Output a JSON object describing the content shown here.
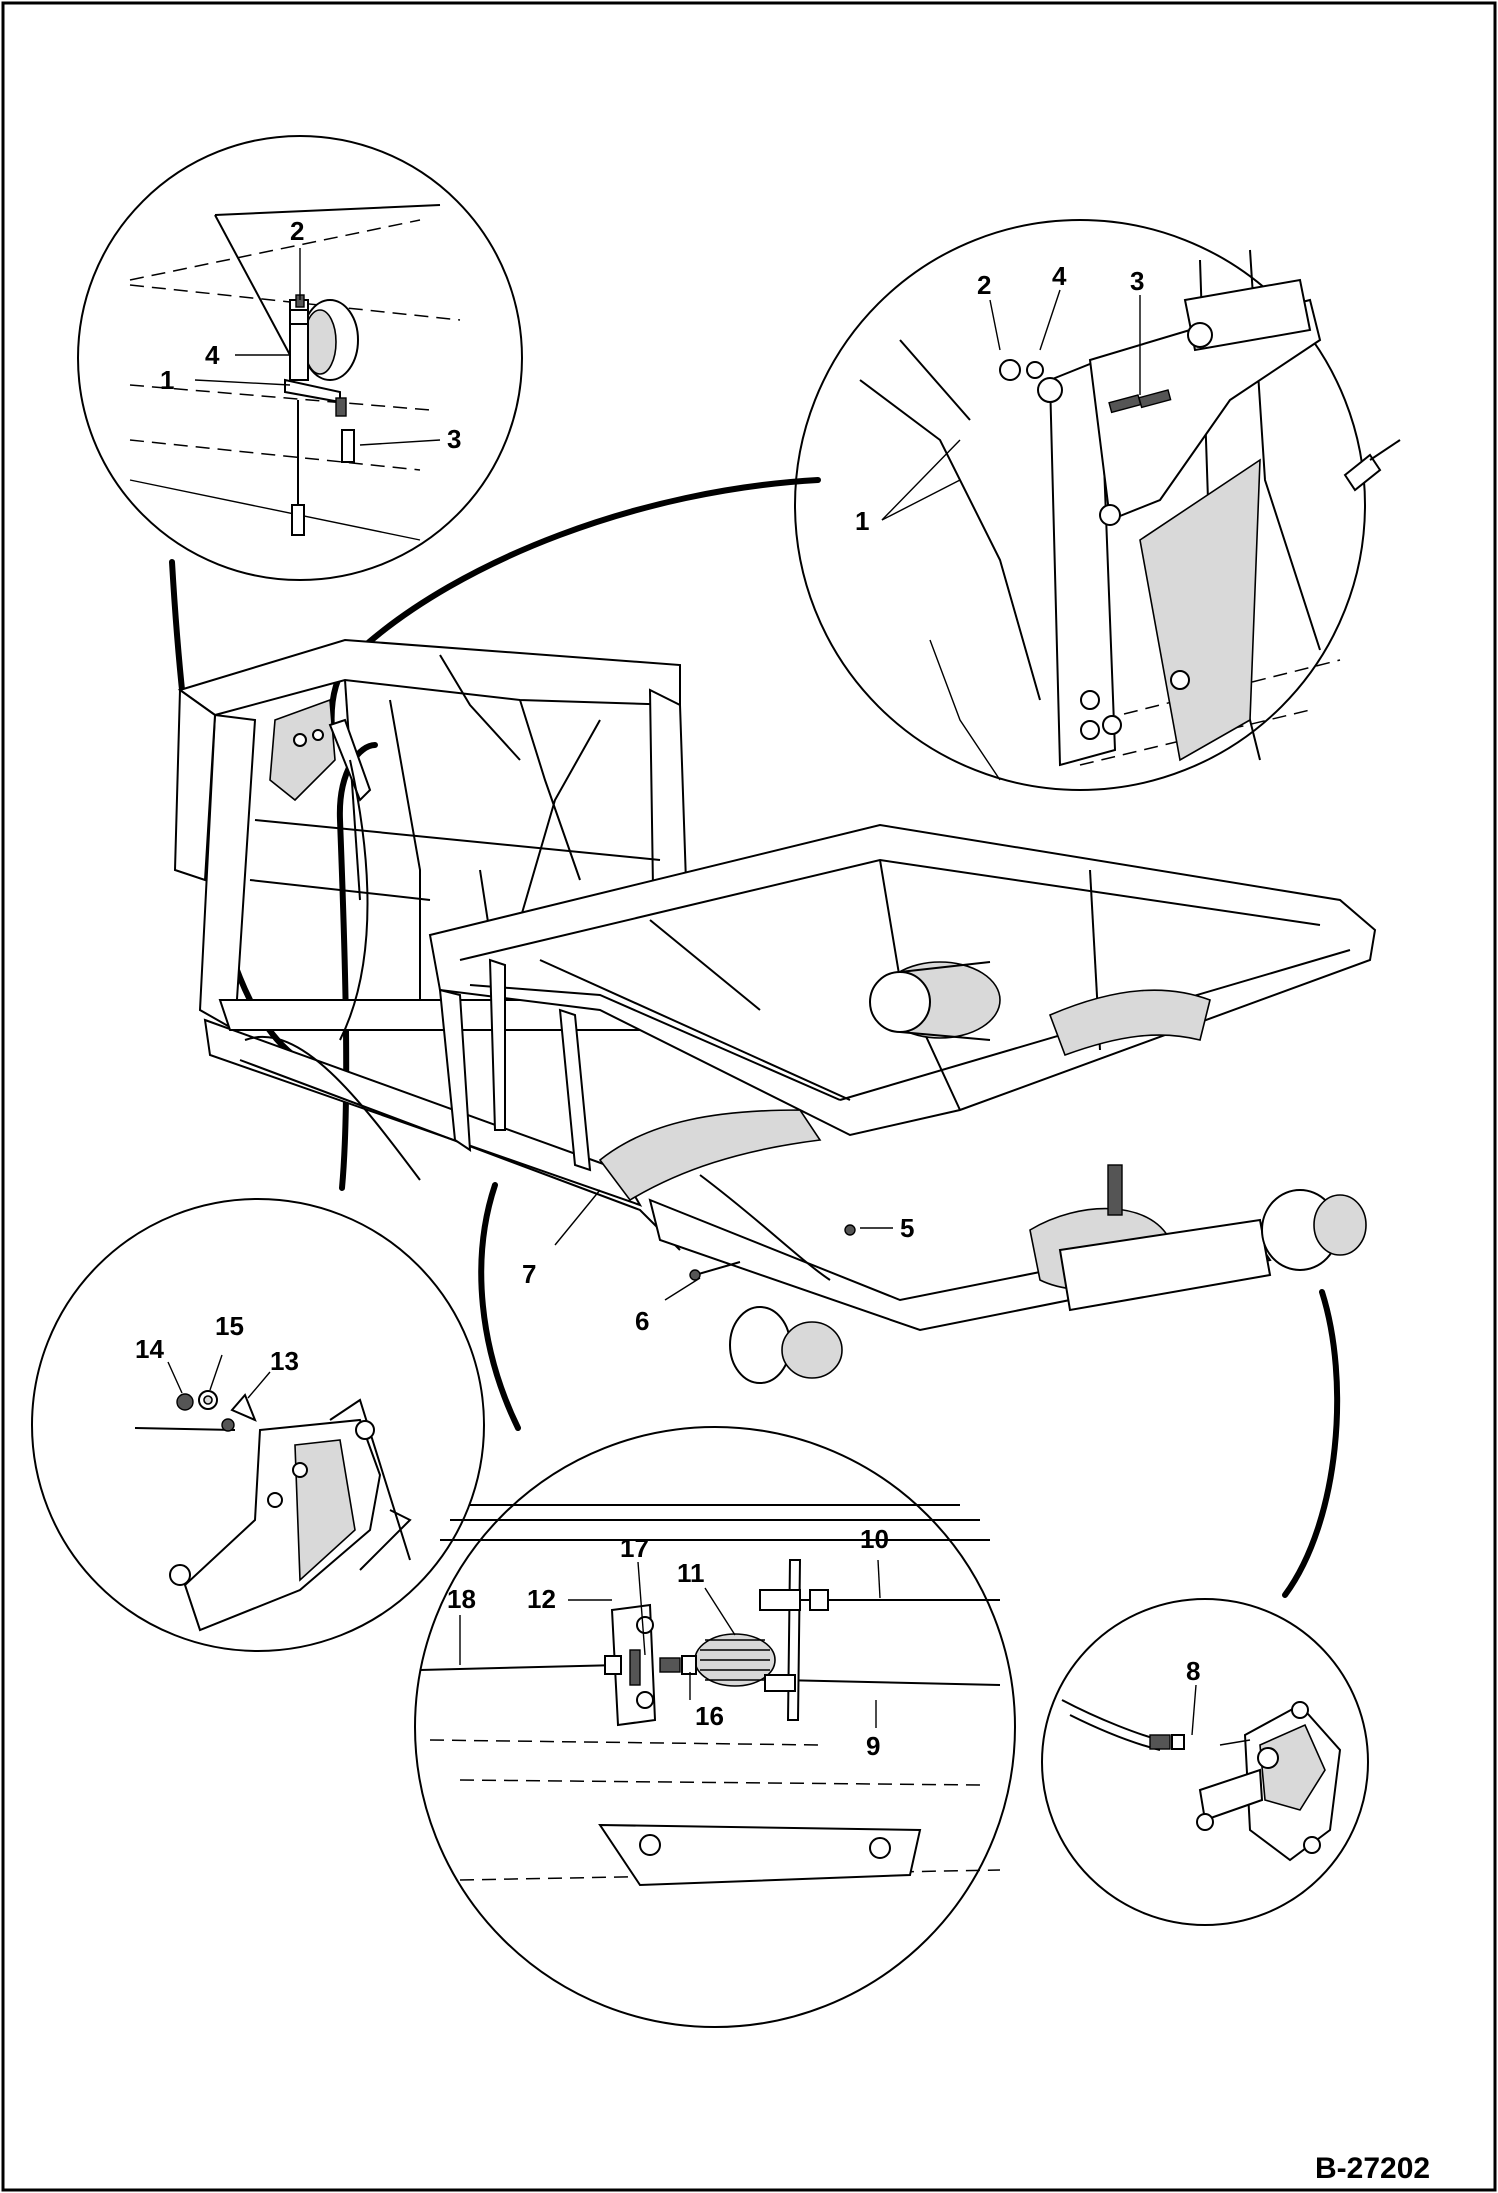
{
  "figure": {
    "id_label": "B-27202"
  },
  "callouts": {
    "top_left": [
      "2",
      "4",
      "1",
      "3"
    ],
    "top_right": [
      "2",
      "4",
      "3",
      "1"
    ],
    "main": [
      "5",
      "6",
      "7"
    ],
    "left_mid": [
      "14",
      "15",
      "13"
    ],
    "bottom_center": [
      "17",
      "11",
      "10",
      "12",
      "18",
      "16",
      "9"
    ],
    "bottom_right": [
      "8"
    ]
  }
}
